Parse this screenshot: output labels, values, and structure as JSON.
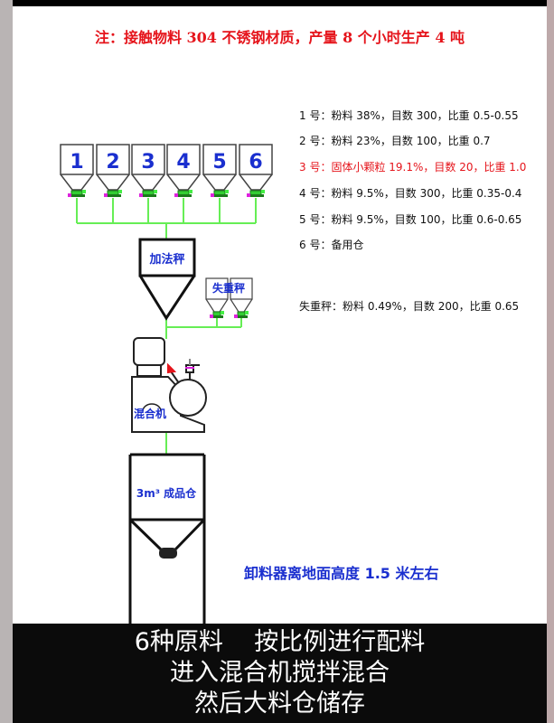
{
  "note": "注：接触物料 304 不锈钢材质，产量 8 个小时生产 4 吨",
  "hoppers": [
    "1",
    "2",
    "3",
    "4",
    "5",
    "6"
  ],
  "batch_scale_label": "加法秤",
  "loss_weight_scale_label": "失重秤",
  "mixer_label": "混合机",
  "silo_label": "3m³ 成品仓",
  "specs": [
    {
      "text": "1 号：粉料 38%，目数 300，比重 0.5-0.55",
      "highlight": false
    },
    {
      "text": "2 号：粉料 23%，目数 100，比重 0.7",
      "highlight": false
    },
    {
      "text": "3 号：固体小颗粒 19.1%，目数 20，比重 1.0",
      "highlight": true
    },
    {
      "text": "4 号：粉料 9.5%，目数 300，比重 0.35-0.4",
      "highlight": false
    },
    {
      "text": "5 号：粉料 9.5%，目数 100，比重 0.6-0.65",
      "highlight": false
    },
    {
      "text": "6 号：备用仓",
      "highlight": false
    },
    {
      "text": "失重秤：粉料 0.49%，目数 200，比重 0.65",
      "highlight": false
    }
  ],
  "discharge_height_note": "卸料器离地面高度 1.5 米左右",
  "caption_lines": [
    "6种原料    按比例进行配料",
    "进入混合机搅拌混合",
    "然后大料仓储存"
  ],
  "colors": {
    "red": "#e5141b",
    "blue": "#1a2fcf",
    "pipe": "#66ee55",
    "valve_magenta": "#dd22dd"
  }
}
